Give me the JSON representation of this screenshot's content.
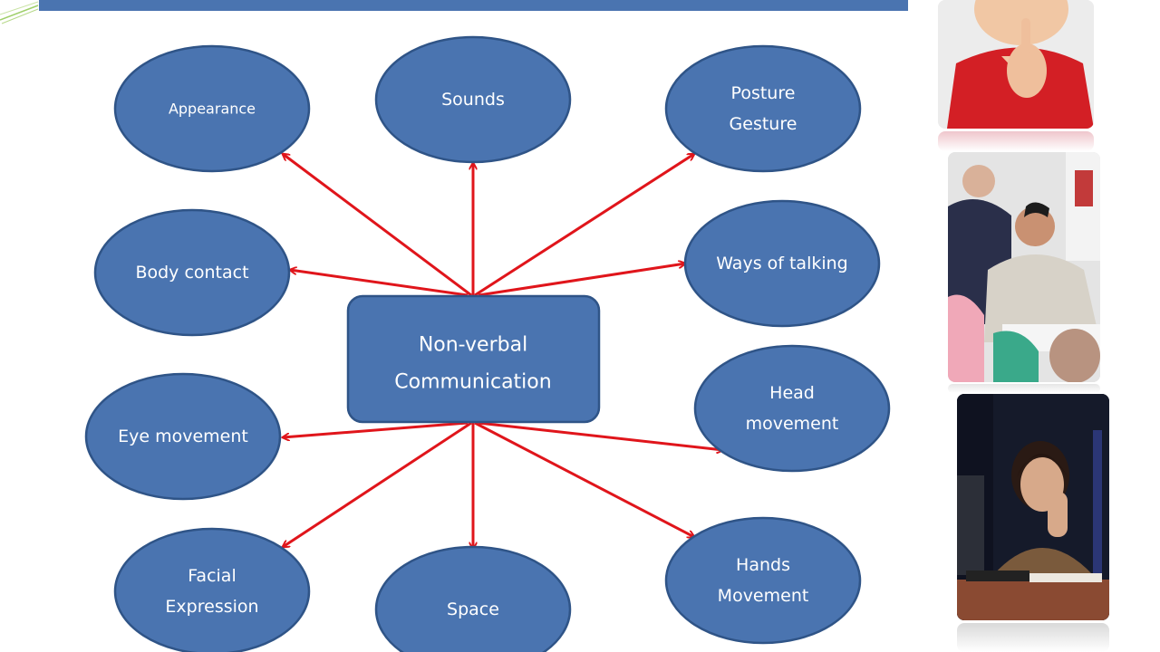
{
  "center": {
    "line1": "Non-verbal",
    "line2": "Communication"
  },
  "nodes": [
    {
      "id": "appearance",
      "lines": [
        "Appearance"
      ]
    },
    {
      "id": "sounds",
      "lines": [
        "Sounds"
      ]
    },
    {
      "id": "posture-gesture",
      "lines": [
        "Posture",
        "Gesture"
      ]
    },
    {
      "id": "body-contact",
      "lines": [
        "Body contact"
      ]
    },
    {
      "id": "ways-of-talking",
      "lines": [
        "Ways of talking"
      ]
    },
    {
      "id": "eye-movement",
      "lines": [
        "Eye movement"
      ]
    },
    {
      "id": "head-movement",
      "lines": [
        "Head",
        "movement"
      ]
    },
    {
      "id": "facial-expression",
      "lines": [
        "Facial",
        "Expression"
      ]
    },
    {
      "id": "space",
      "lines": [
        "Space"
      ]
    },
    {
      "id": "hands-movement",
      "lines": [
        "Hands",
        "Movement"
      ]
    }
  ],
  "colors": {
    "node_fill": "#4a74b0",
    "node_stroke": "#2f5487",
    "arrow": "#e0151b",
    "header_bar": "#4a74b0"
  },
  "photos": [
    {
      "icon": "child-thinking-photo"
    },
    {
      "icon": "teacher-student-photo"
    },
    {
      "icon": "call-center-agent-photo"
    }
  ]
}
